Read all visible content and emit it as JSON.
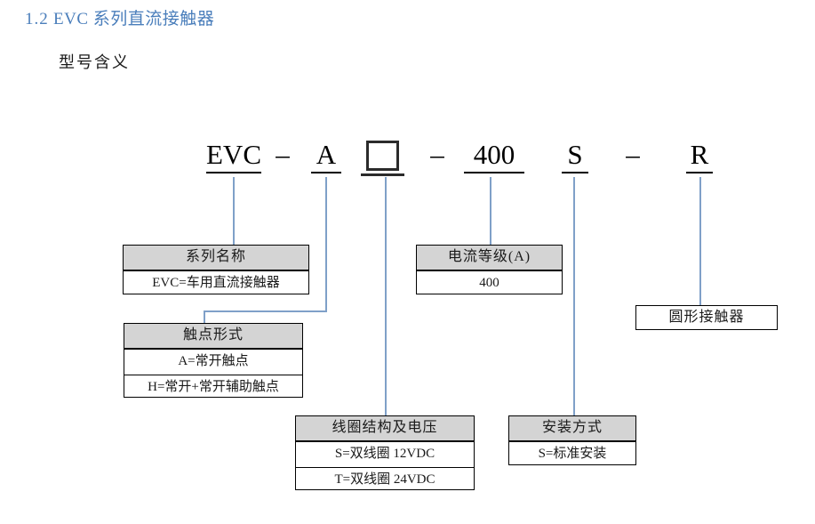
{
  "page": {
    "section_number": "1.2",
    "section_title": "EVC 系列直流接触器",
    "sub_title": "型号含义",
    "heading_color": "#4a7ebb",
    "connector_color": "#7fa0c8",
    "header_fill": "#d4d4d4"
  },
  "model_code": {
    "tokens": [
      {
        "id": "series",
        "text": "EVC"
      },
      {
        "id": "dash1",
        "text": "–"
      },
      {
        "id": "contact",
        "text": "A"
      },
      {
        "id": "coil",
        "text": ""
      },
      {
        "id": "dash2",
        "text": "–"
      },
      {
        "id": "current",
        "text": "400"
      },
      {
        "id": "mount",
        "text": "S"
      },
      {
        "id": "dash3",
        "text": "–"
      },
      {
        "id": "shape",
        "text": "R"
      }
    ]
  },
  "legend": {
    "series_name": {
      "header": "系列名称",
      "rows": [
        "EVC=车用直流接触器"
      ]
    },
    "contact_form": {
      "header": "触点形式",
      "rows": [
        "A=常开触点",
        "H=常开+常开辅助触点"
      ]
    },
    "coil_structure": {
      "header": "线圈结构及电压",
      "rows": [
        "S=双线圈 12VDC",
        "T=双线圈 24VDC"
      ]
    },
    "current_rating": {
      "header": "电流等级(A)",
      "rows": [
        "400"
      ]
    },
    "mounting_type": {
      "header": "安装方式",
      "rows": [
        "S=标准安装"
      ]
    },
    "shape_type": {
      "single": "圆形接触器"
    }
  }
}
